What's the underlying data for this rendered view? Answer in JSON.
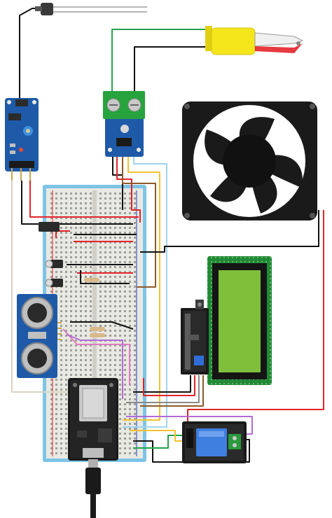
{
  "colors": {
    "background": "#ffffff",
    "breadboard_frame": "#7ec4e6",
    "breadboard_body": "#e9e9e3",
    "module_pcb": "#1e5aa8",
    "lcd_pcb": "#1f8a35",
    "lcd_screen": "#7fbf3a",
    "fan_body": "#1a1a1a",
    "terminal_green": "#27a33e",
    "probe_yellow": "#f5e61c",
    "relay_cube": "#3f7fe0",
    "wire_red": "#e3232b",
    "wire_black": "#111111",
    "wire_green": "#25a34a",
    "wire_yellow": "#f2c230",
    "wire_white": "#d8d2c2",
    "wire_lightblue": "#9fd5ee",
    "wire_purple": "#b36bd6",
    "wire_pink": "#e07ac0",
    "wire_brown": "#8b5a2b",
    "wire_gray": "#8a8a8a"
  },
  "components": [
    {
      "id": "temperature-probe",
      "icon": "thermistor-probe-icon"
    },
    {
      "id": "soil-moisture-sensor",
      "icon": "sensor-module-icon"
    },
    {
      "id": "thermocouple-module",
      "icon": "screw-terminal-module-icon"
    },
    {
      "id": "thermocouple-probe",
      "icon": "clip-probe-icon"
    },
    {
      "id": "cooling-fan",
      "icon": "fan-icon"
    },
    {
      "id": "breadboard",
      "icon": "breadboard-icon"
    },
    {
      "id": "ultrasonic-sensor",
      "icon": "ultrasonic-sensor-icon"
    },
    {
      "id": "lcd-display",
      "icon": "lcd-icon"
    },
    {
      "id": "i2c-adapter",
      "icon": "i2c-backpack-icon"
    },
    {
      "id": "microcontroller-board",
      "icon": "nodemcu-icon"
    },
    {
      "id": "relay-module",
      "icon": "relay-icon"
    },
    {
      "id": "usb-cable",
      "icon": "usb-cable-icon"
    }
  ]
}
